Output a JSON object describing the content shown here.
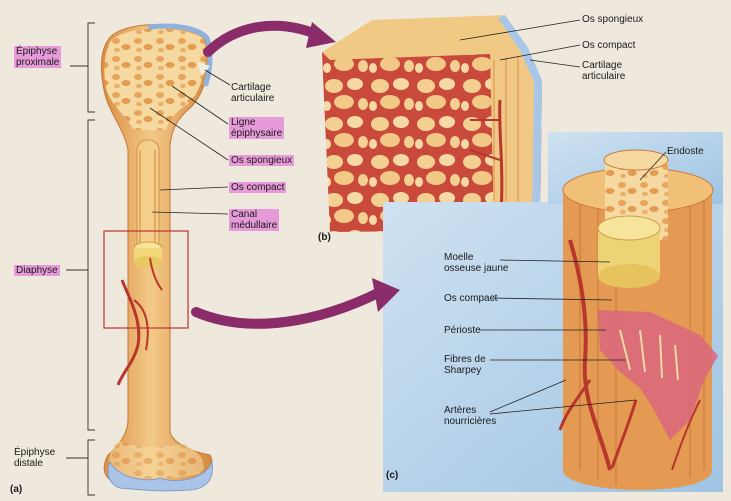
{
  "panels": {
    "a": "(a)",
    "b": "(b)",
    "c": "(c)"
  },
  "labels": {
    "epiphyse_proximale_1": "Épiphyse",
    "epiphyse_proximale_2": "proximale",
    "diaphyse": "Diaphyse",
    "epiphyse_distale_1": "Épiphyse",
    "epiphyse_distale_2": "distale",
    "cartilage_articulaire_a_1": "Cartilage",
    "cartilage_articulaire_a_2": "articulaire",
    "ligne_epiphysaire_1": "Ligne",
    "ligne_epiphysaire_2": "épiphysaire",
    "os_spongieux_a": "Os spongieux",
    "os_compact_a": "Os compact",
    "canal_medullaire_1": "Canal",
    "canal_medullaire_2": "médullaire",
    "os_spongieux_b": "Os spongieux",
    "os_compact_b": "Os compact",
    "cartilage_articulaire_b_1": "Cartilage",
    "cartilage_articulaire_b_2": "articulaire",
    "endoste": "Endoste",
    "moelle_1": "Moelle",
    "moelle_2": "osseuse jaune",
    "os_compact_c": "Os compact",
    "perioste": "Périoste",
    "fibres_1": "Fibres de",
    "fibres_2": "Sharpey",
    "arteres_1": "Artères",
    "arteres_2": "nourricières"
  },
  "colors": {
    "bone": "#f0c27a",
    "bone_dark": "#d9954a",
    "vessel": "#b8372c",
    "cartilage": "#9ab8dc",
    "panel_blue": "#b9d6ec",
    "highlight": "#e79ad9",
    "arrow": "#8a2c6a",
    "marrow": "#f1d77a"
  }
}
